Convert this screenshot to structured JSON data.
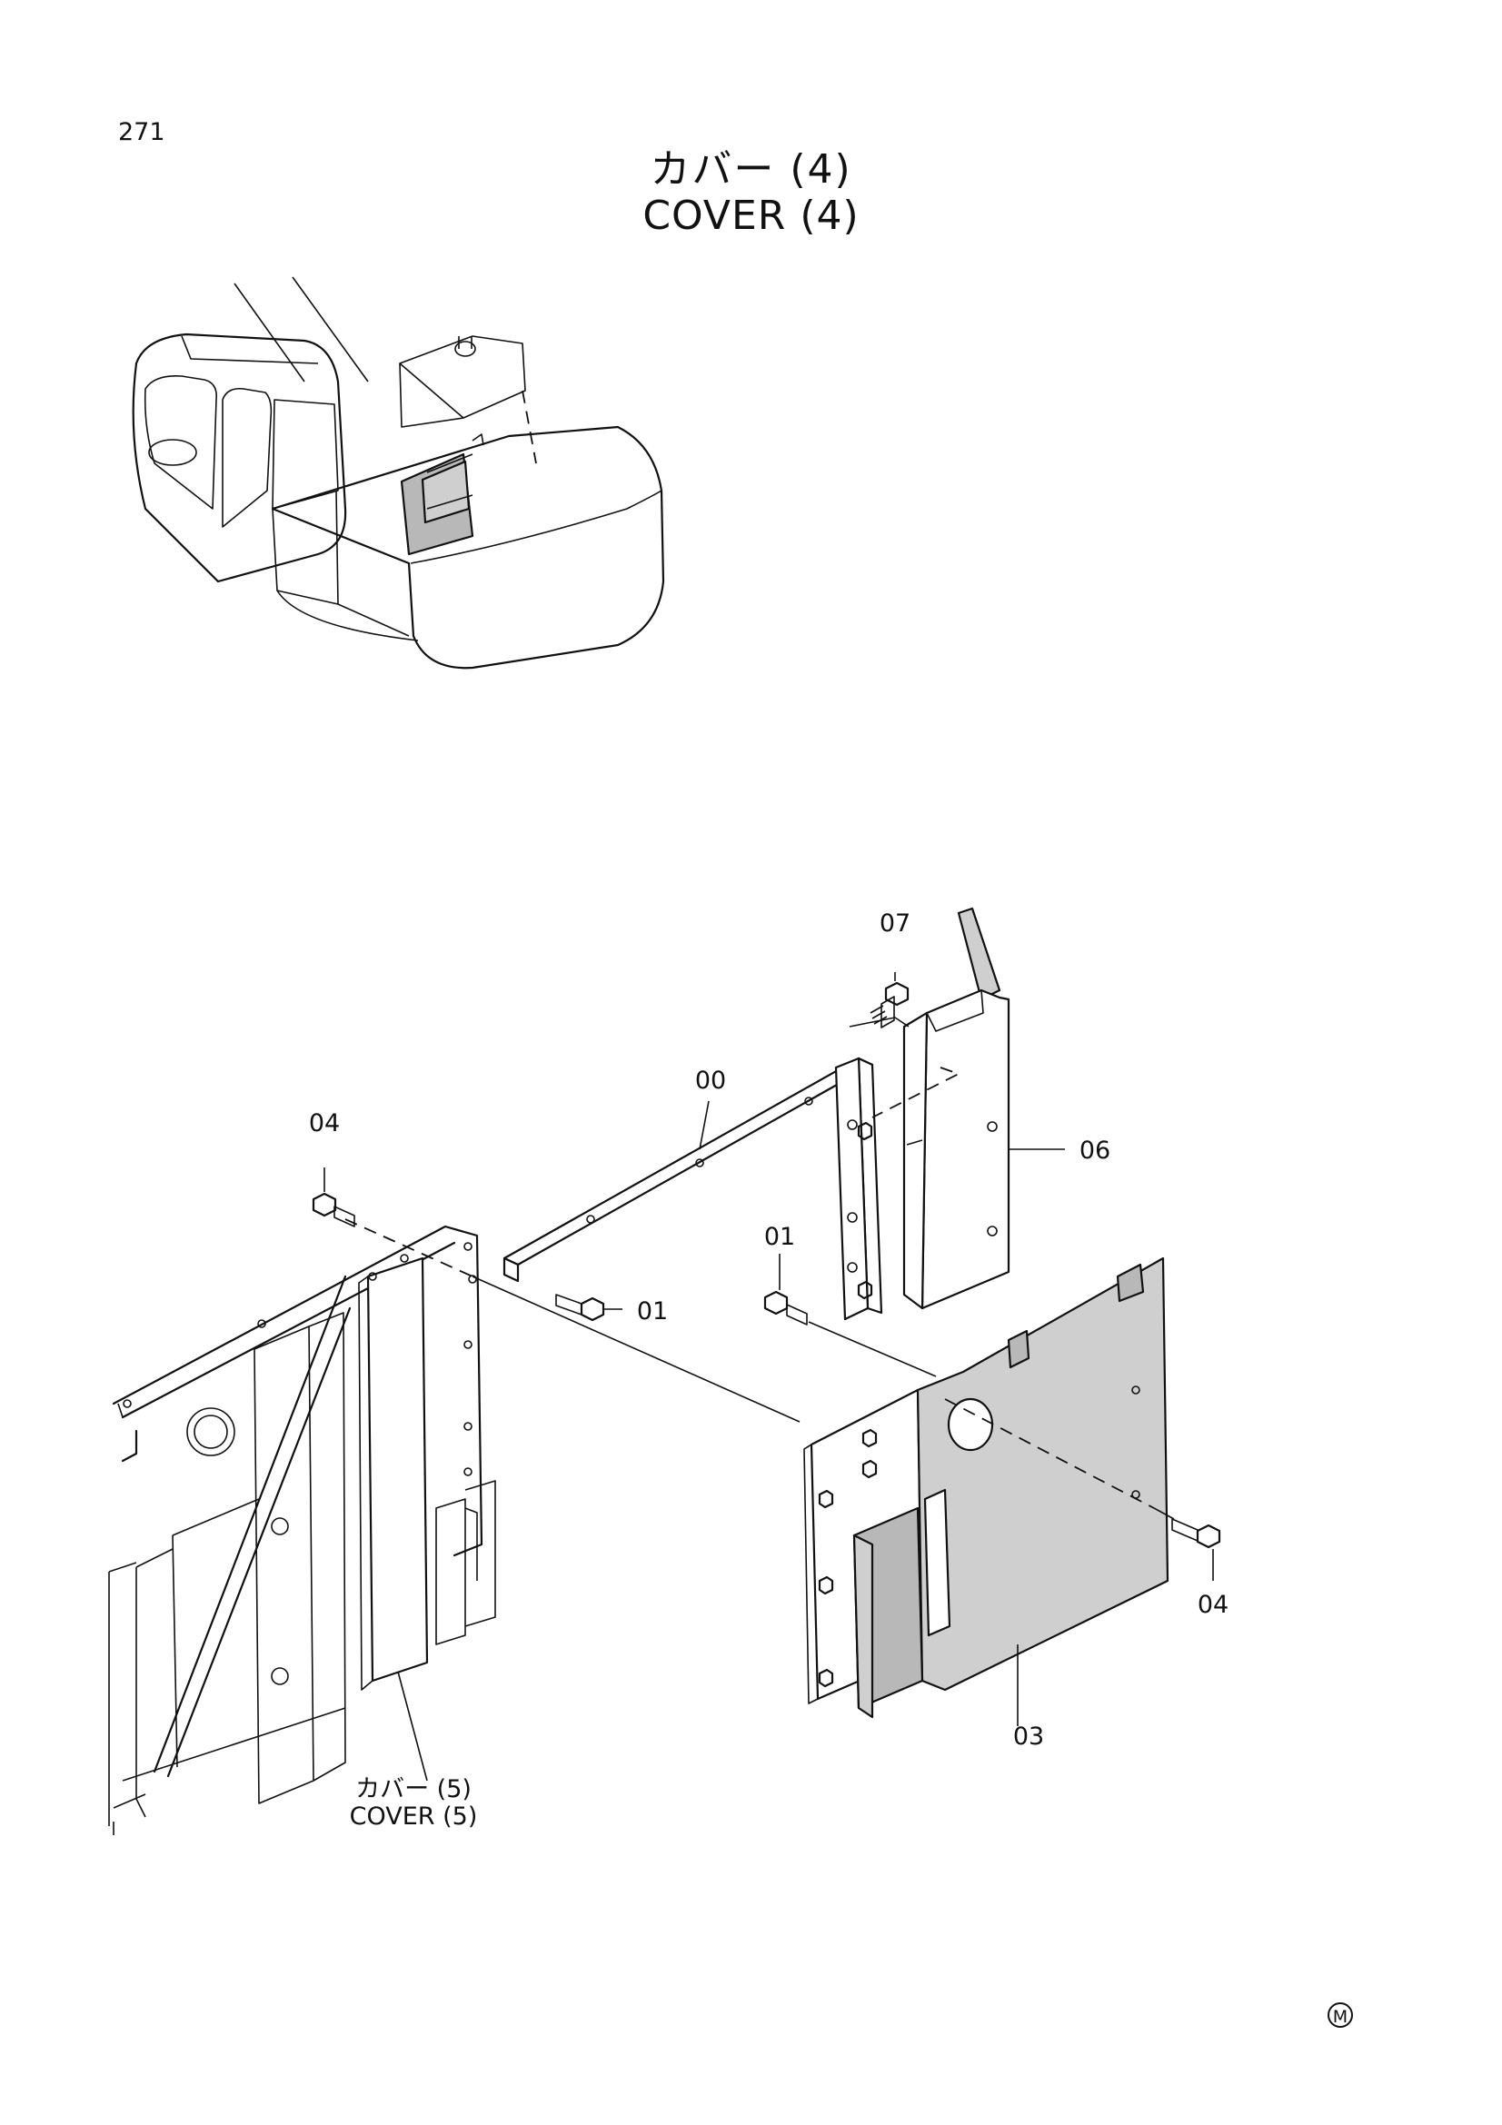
{
  "page": {
    "number": "271"
  },
  "title": {
    "jp": "カバー (4)",
    "en": "COVER (4)"
  },
  "callouts": {
    "c00": "00",
    "c01a": "01",
    "c01b": "01",
    "c03": "03",
    "c04a": "04",
    "c04b": "04",
    "c06": "06",
    "c07": "07",
    "ref_jp": "カバー (5)",
    "ref_en": "COVER (5)"
  },
  "footer": {
    "mark": "M"
  }
}
